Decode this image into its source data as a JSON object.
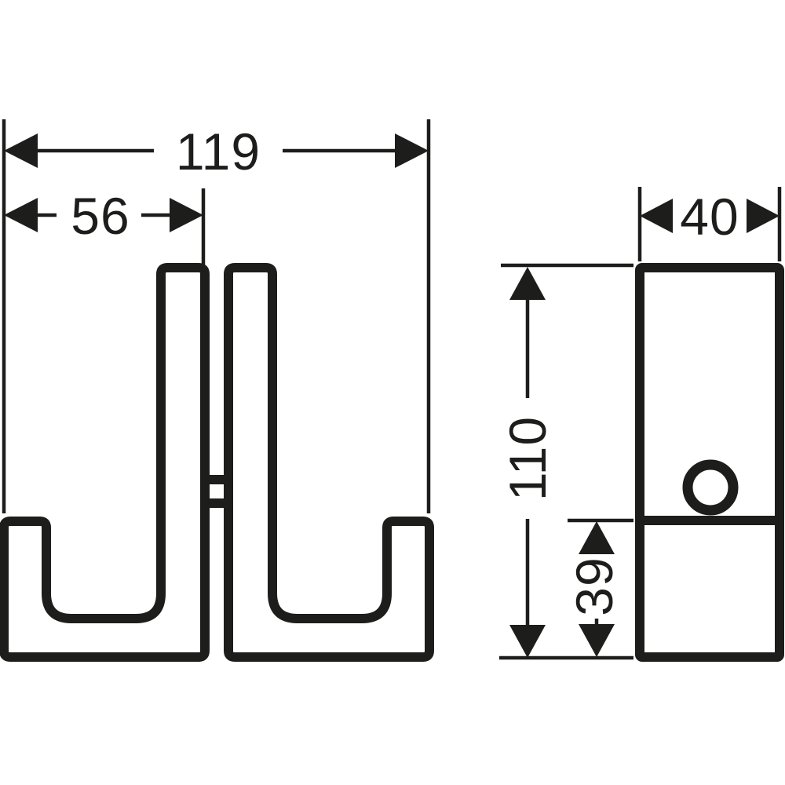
{
  "diagram": {
    "description": "Technical dimension drawing of a double wall hook, front view and side view",
    "front_view": {
      "total_width_label": "119",
      "offset_width_label": "56"
    },
    "side_view": {
      "depth_label": "40",
      "total_height_label": "110",
      "hook_section_height_label": "39"
    },
    "colors": {
      "line": "#1d1d1b",
      "background": "#ffffff"
    }
  }
}
